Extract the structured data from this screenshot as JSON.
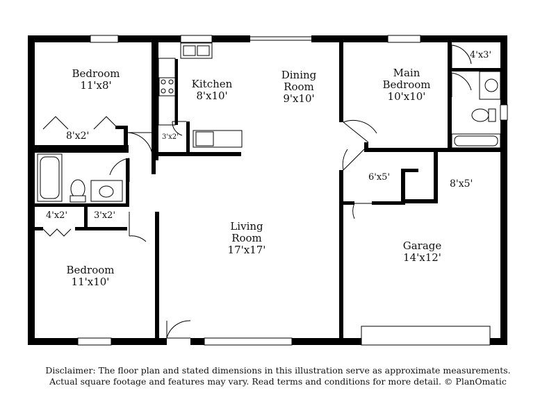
{
  "rooms": {
    "bedroom_top": {
      "name": "Bedroom",
      "dims": "11'x8'"
    },
    "kitchen": {
      "name": "Kitchen",
      "dims": "8'x10'"
    },
    "dining": {
      "name": "Dining",
      "name2": "Room",
      "dims": "9'x10'"
    },
    "main_bedroom": {
      "name": "Main",
      "name2": "Bedroom",
      "dims": "10'x10'"
    },
    "living": {
      "name": "Living",
      "name2": "Room",
      "dims": "17'x17'"
    },
    "garage": {
      "name": "Garage",
      "dims": "14'x12'"
    },
    "bedroom_bottom": {
      "name": "Bedroom",
      "dims": "11'x10'"
    }
  },
  "closets": {
    "bed_top_closet": "8'x2'",
    "pantry": "3'x2'",
    "main_closet": "4'x3'",
    "laundry": "6'x5'",
    "garage_storage": "8'x5'",
    "hall_closet_a": "4'x2'",
    "hall_closet_b": "3'x2'"
  },
  "disclaimer": {
    "line1": "Disclaimer: The floor plan and stated dimensions in this illustration serve as approximate measurements.",
    "line2": "Actual square footage and features may vary. Read terms and conditions for more detail. © PlanOmatic"
  }
}
